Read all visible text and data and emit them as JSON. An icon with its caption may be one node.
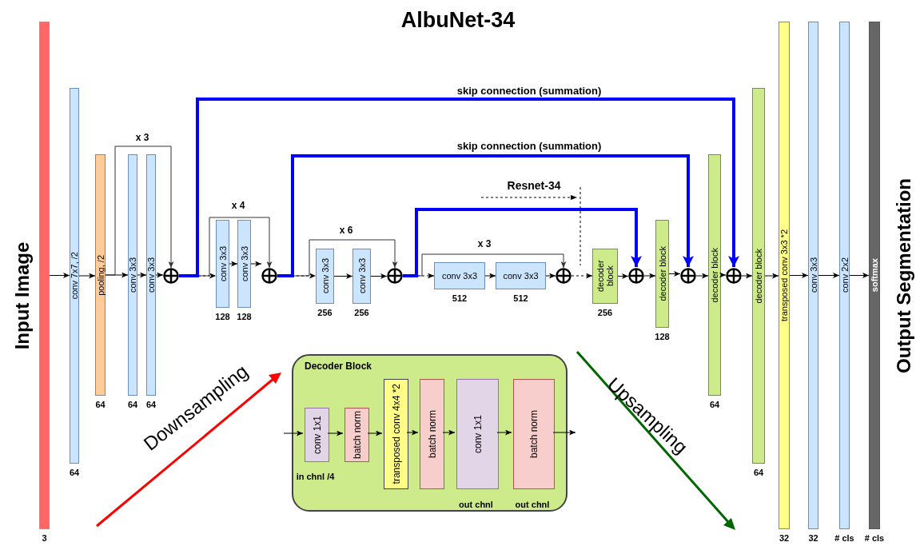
{
  "diagram": {
    "title": "AlbuNet-34",
    "nodes": [
      {
        "text": [],
        "shape": "bar",
        "beside": [
          "3"
        ]
      },
      {
        "text": [
          "conv 7x7, /2"
        ],
        "beside": [
          "64"
        ]
      },
      {
        "text": [
          "pooling, /2"
        ],
        "beside": [
          "64"
        ]
      },
      {
        "text": [
          "conv 3x3"
        ],
        "beside": [
          "64"
        ]
      },
      {
        "text": [
          "conv 3x3"
        ],
        "beside": [
          "64"
        ]
      },
      {
        "text": [],
        "shape": "circle"
      },
      {
        "text": [
          "conv 3x3"
        ],
        "beside": [
          "128"
        ]
      },
      {
        "text": [
          "conv 3x3"
        ],
        "beside": [
          "128"
        ]
      },
      {
        "text": [],
        "shape": "circle"
      },
      {
        "text": [
          "conv 3x3"
        ],
        "beside": [
          "256"
        ]
      },
      {
        "text": [
          "conv 3x3"
        ],
        "beside": [
          "256"
        ]
      },
      {
        "text": [],
        "shape": "circle"
      },
      {
        "text": [
          "conv 3x3"
        ],
        "beside": [
          "512"
        ]
      },
      {
        "text": [
          "conv 3x3"
        ],
        "beside": [
          "512"
        ]
      },
      {
        "text": [],
        "shape": "circle"
      },
      {
        "text": [
          "decoder block"
        ],
        "beside": [
          "256"
        ]
      },
      {
        "text": [],
        "shape": "circle"
      },
      {
        "text": [
          "decoder block"
        ],
        "beside": [
          "128"
        ]
      },
      {
        "text": [],
        "shape": "circle"
      },
      {
        "text": [
          "decoder block"
        ],
        "beside": [
          "64"
        ]
      },
      {
        "text": [],
        "shape": "circle"
      },
      {
        "text": [
          "decoder block"
        ],
        "beside": [
          "64"
        ]
      },
      {
        "text": [
          "transposed conv 3x3 *2"
        ],
        "beside": [
          "32"
        ]
      },
      {
        "text": [
          "conv 3x3"
        ],
        "beside": [
          "32"
        ]
      },
      {
        "text": [
          "conv 2x2"
        ],
        "beside": [
          "# cls"
        ]
      },
      {
        "text": [
          "softmax"
        ],
        "beside": [
          "# cls"
        ]
      },
      {
        "text": [
          "Decoder Block"
        ]
      },
      {
        "text": [
          "conv 1x1"
        ],
        "in": 26,
        "beside": [
          "in chnl /4"
        ]
      },
      {
        "text": [
          "batch norm"
        ],
        "in": 26
      },
      {
        "text": [
          "transposed conv 4x4 *2"
        ],
        "in": 26
      },
      {
        "text": [
          "batch norm"
        ],
        "in": 26
      },
      {
        "text": [
          "conv 1x1"
        ],
        "in": 26,
        "beside": [
          "out chnl"
        ]
      },
      {
        "text": [
          "batch norm"
        ],
        "in": 26,
        "beside": [
          "out chnl"
        ]
      }
    ],
    "edges": [
      {
        "from": 0,
        "to": 1,
        "arrow": "to"
      },
      {
        "from": 1,
        "to": 2,
        "arrow": "to"
      },
      {
        "from": 2,
        "to": 3,
        "arrow": "to"
      },
      {
        "from": 3,
        "to": 4,
        "arrow": "to"
      },
      {
        "from": 4,
        "to": 5,
        "arrow": "to"
      },
      {
        "from": 2,
        "to": 5,
        "arrow": "to",
        "label": "x 3"
      },
      {
        "from": 5,
        "to": 6,
        "arrow": "to",
        "style": "dashed"
      },
      {
        "from": 6,
        "to": 7,
        "arrow": "to"
      },
      {
        "from": 7,
        "to": 8,
        "arrow": "to"
      },
      {
        "from": 5,
        "to": 8,
        "arrow": "to",
        "label": "x 4"
      },
      {
        "from": 8,
        "to": 9,
        "arrow": "to",
        "style": "dashed"
      },
      {
        "from": 9,
        "to": 10,
        "arrow": "to"
      },
      {
        "from": 10,
        "to": 11,
        "arrow": "to"
      },
      {
        "from": 8,
        "to": 11,
        "arrow": "to",
        "label": "x 6"
      },
      {
        "from": 11,
        "to": 12,
        "arrow": "to",
        "style": "dashed"
      },
      {
        "from": 12,
        "to": 13,
        "arrow": "to"
      },
      {
        "from": 13,
        "to": 14,
        "arrow": "to"
      },
      {
        "from": 11,
        "to": 14,
        "arrow": "to",
        "label": "x 3"
      },
      {
        "from": 14,
        "to": 15,
        "arrow": "to",
        "style": "dashed"
      },
      {
        "from": 15,
        "to": 16,
        "arrow": "to"
      },
      {
        "from": 16,
        "to": 17,
        "arrow": "to"
      },
      {
        "from": 17,
        "to": 18,
        "arrow": "to"
      },
      {
        "from": 18,
        "to": 19,
        "arrow": "to"
      },
      {
        "from": 19,
        "to": 20,
        "arrow": "to"
      },
      {
        "from": 20,
        "to": 21,
        "arrow": "to"
      },
      {
        "from": 21,
        "to": 22,
        "arrow": "to"
      },
      {
        "from": 22,
        "to": 23,
        "arrow": "to"
      },
      {
        "from": 23,
        "to": 24,
        "arrow": "to"
      },
      {
        "from": 24,
        "to": 25,
        "arrow": "to"
      },
      {
        "from": 11,
        "to": 16,
        "arrow": "to",
        "style": "thick",
        "color": "#0000ff"
      },
      {
        "from": 8,
        "to": 18,
        "arrow": "to",
        "style": "thick",
        "color": "#0000ff",
        "label": "skip connection (summation)"
      },
      {
        "from": 5,
        "to": 20,
        "arrow": "to",
        "style": "thick",
        "color": "#0000ff",
        "label": "skip connection (summation)"
      },
      {
        "from": null,
        "to": 27,
        "arrow": "to"
      },
      {
        "from": 27,
        "to": 28,
        "arrow": "to"
      },
      {
        "from": 28,
        "to": 29,
        "arrow": "to"
      },
      {
        "from": 29,
        "to": 30,
        "arrow": "to"
      },
      {
        "from": 30,
        "to": 31,
        "arrow": "to"
      },
      {
        "from": 31,
        "to": 32,
        "arrow": "to"
      },
      {
        "from": 32,
        "to": null,
        "arrow": "to"
      }
    ],
    "labels": [
      "Input Image",
      "Resnet-34",
      "Downsampling",
      "Upsampling",
      "Output Segmentation"
    ]
  }
}
